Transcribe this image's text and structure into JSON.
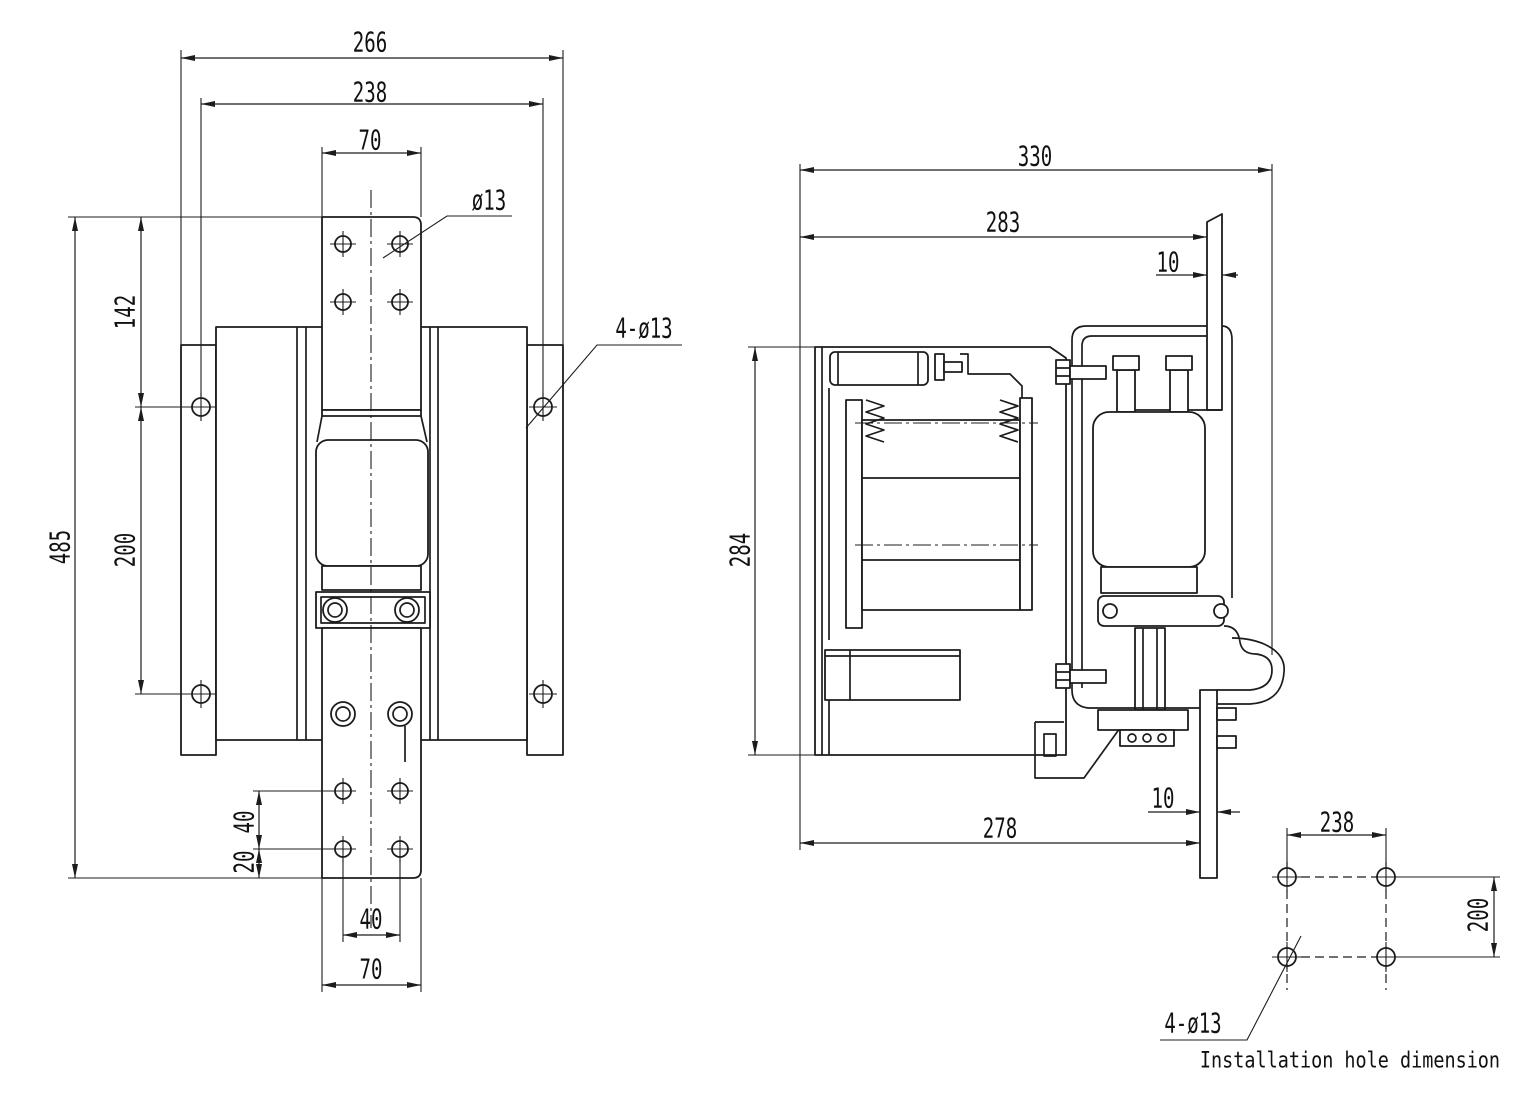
{
  "front_view": {
    "overall_width": "266",
    "mounting_hole_spacing": "238",
    "upper_terminal_width": "70",
    "terminal_hole": "ø13",
    "upper_offset": "142",
    "mounting_holes": "4-ø13",
    "overall_height": "485",
    "mounting_hole_pitch": "200",
    "terminal_hole_pitch_v": "40",
    "terminal_hole_edge": "20",
    "terminal_hole_pitch_h": "40",
    "lower_terminal_width": "70"
  },
  "side_view": {
    "overall_depth": "330",
    "frame_depth": "283",
    "upper_plate_thickness": "10",
    "height": "284",
    "lower_plate_thickness": "10",
    "base_depth": "278"
  },
  "installation_holes": {
    "spacing_horizontal": "238",
    "spacing_vertical": "200",
    "holes": "4-ø13",
    "caption": "Installation hole dimension"
  }
}
